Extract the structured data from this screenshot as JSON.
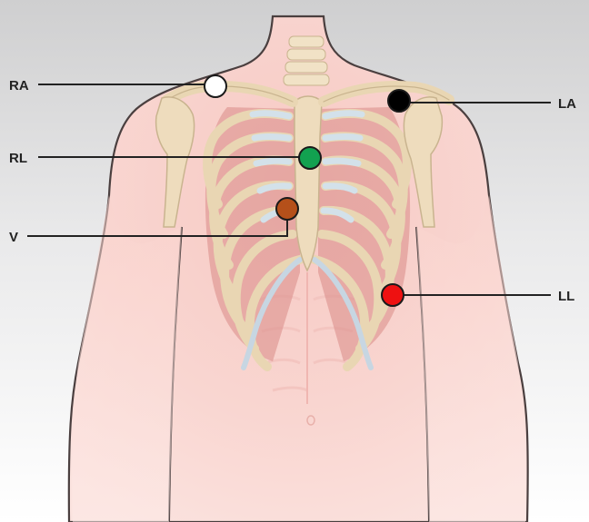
{
  "diagram": {
    "electrodes": [
      {
        "id": "ra",
        "label": "RA",
        "color": "#ffffff"
      },
      {
        "id": "la",
        "label": "LA",
        "color": "#000000"
      },
      {
        "id": "rl",
        "label": "RL",
        "color": "#12a150"
      },
      {
        "id": "v",
        "label": "V",
        "color": "#b5501a"
      },
      {
        "id": "ll",
        "label": "LL",
        "color": "#ee1111"
      }
    ]
  }
}
